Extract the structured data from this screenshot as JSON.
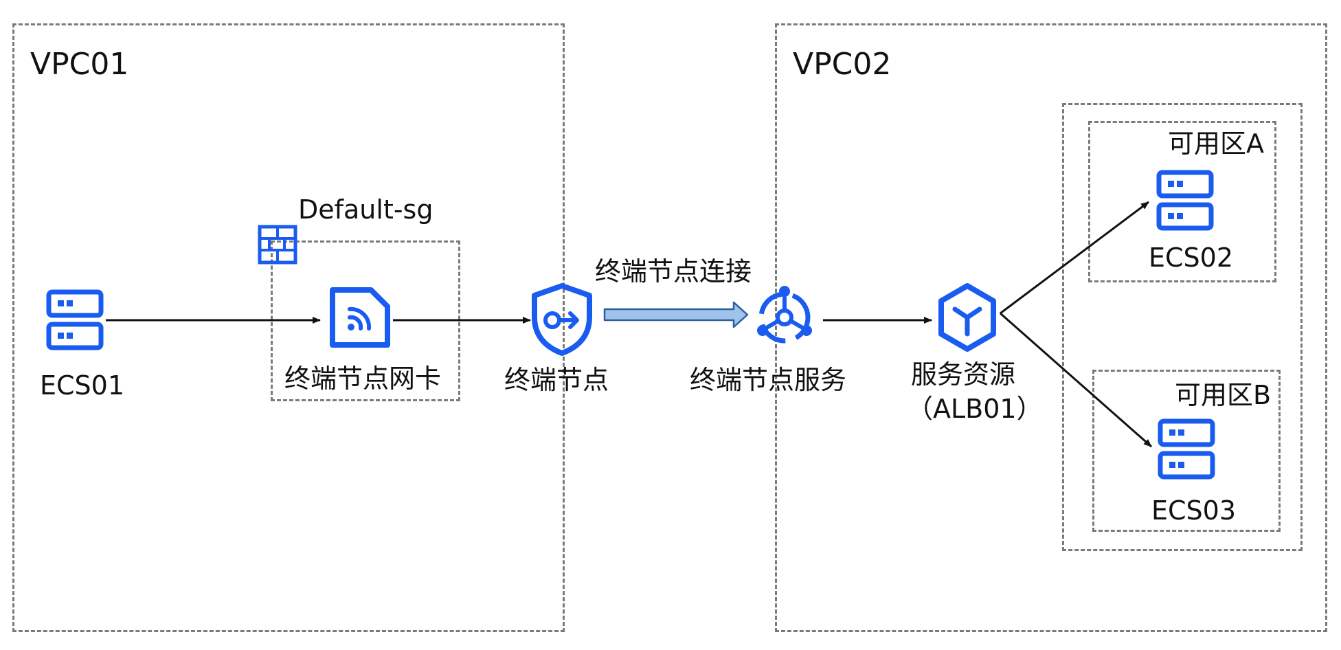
{
  "colors": {
    "icon_blue": "#1a5cf0",
    "line": "#111111",
    "dash": "#7a7a7a",
    "arrow_fill": "#9fc3ec",
    "arrow_stroke": "#2f5f99"
  },
  "vpc01": {
    "title": "VPC01"
  },
  "vpc02": {
    "title": "VPC02"
  },
  "security_group": {
    "label": "Default-sg",
    "icon": "firewall-icon"
  },
  "nodes": {
    "ecs01": {
      "label": "ECS01",
      "icon": "server-icon"
    },
    "endpoint_nic": {
      "label": "终端节点网卡",
      "icon": "nic-icon"
    },
    "endpoint": {
      "label": "终端节点",
      "icon": "endpoint-shield-icon"
    },
    "endpoint_service": {
      "label": "终端节点服务",
      "icon": "endpoint-service-icon"
    },
    "service_resource": {
      "label_line1": "服务资源",
      "label_line2": "（ALB01）",
      "icon": "load-balancer-icon"
    },
    "ecs02": {
      "label": "ECS02",
      "icon": "server-icon"
    },
    "ecs03": {
      "label": "ECS03",
      "icon": "server-icon"
    }
  },
  "connection": {
    "label": "终端节点连接"
  },
  "zones": {
    "a": "可用区A",
    "b": "可用区B"
  }
}
